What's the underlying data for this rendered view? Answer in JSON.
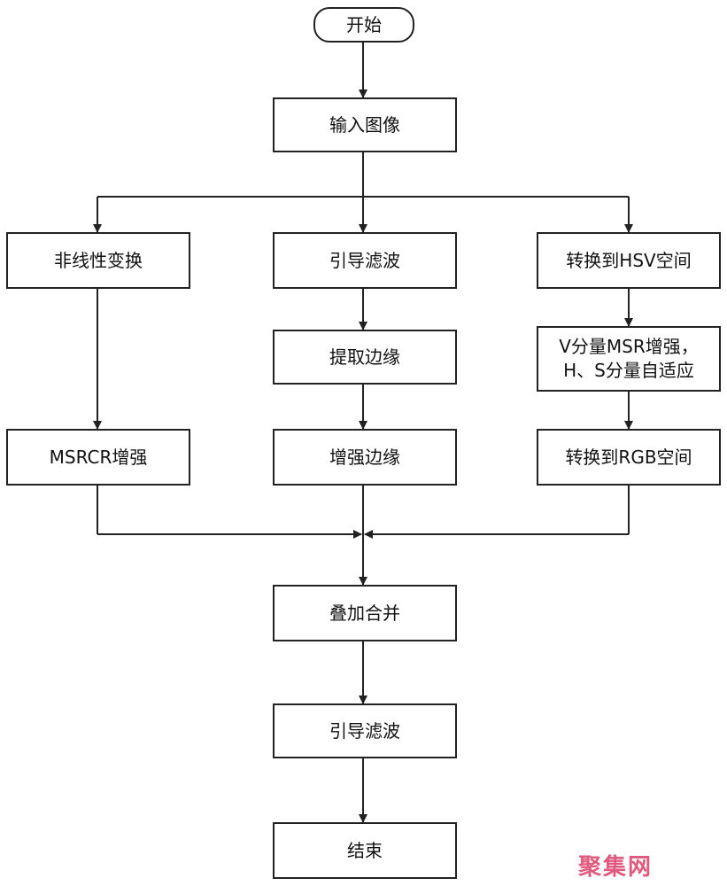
{
  "nodes": {
    "start": "开始",
    "input": "输入图像",
    "nonlinear": "非线性变换",
    "guided1": "引导滤波",
    "to_hsv": "转换到HSV空间",
    "extract_edge": "提取边缘",
    "msr_line1": "V分量MSR增强，",
    "msr_line2": "H、S分量自适应",
    "msrcr": "MSRCR增强",
    "enhance_edge": "增强边缘",
    "to_rgb": "转换到RGB空间",
    "merge": "叠加合并",
    "guided2": "引导滤波",
    "end": "结束"
  },
  "watermark": "聚集网",
  "colors": {
    "line": "#222222",
    "watermark": "#e05a7d"
  }
}
